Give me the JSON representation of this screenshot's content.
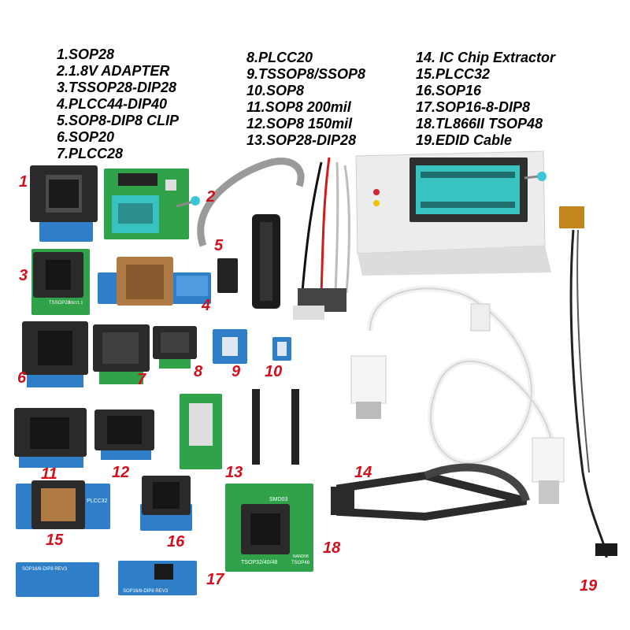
{
  "legend": {
    "col1": [
      "1.SOP28",
      "2.1.8V ADAPTER",
      "3.TSSOP28-DIP28",
      "4.PLCC44-DIP40",
      "5.SOP8-DIP8 CLIP",
      "6.SOP20",
      "7.PLCC28"
    ],
    "col2": [
      "8.PLCC20",
      "9.TSSOP8/SSOP8",
      "10.SOP8",
      "11.SOP8 200mil",
      "12.SOP8 150mil",
      "13.SOP28-DIP28"
    ],
    "col3": [
      "14. IC Chip Extractor",
      "15.PLCC32",
      "16.SOP16",
      "17.SOP16-8-DIP8",
      "18.TL866II TSOP48",
      "19.EDID Cable"
    ]
  },
  "numbers": [
    "1",
    "2",
    "3",
    "4",
    "5",
    "6",
    "7",
    "8",
    "9",
    "10",
    "11",
    "12",
    "13",
    "14",
    "15",
    "16",
    "17",
    "18",
    "19"
  ],
  "board_text": {
    "b3": "TSSOP28",
    "b3b": "REV1.1",
    "b15": "PLCC32",
    "b17a": "SOP16/8-DIP8 REV3",
    "b17b": "SOP16/8-DIP8 REV3",
    "b18a": "SMD03",
    "b18b": "TSOP32/40/48",
    "b18c": "NAND08",
    "b18d": "TSOP48"
  },
  "colors": {
    "label_red": "#d0101c",
    "board_green": "#2fa24a",
    "board_blue": "#2f7fc8",
    "socket_black": "#2a2a2a",
    "programmer_body": "#ececec",
    "zif_socket": "#38c2c0"
  }
}
